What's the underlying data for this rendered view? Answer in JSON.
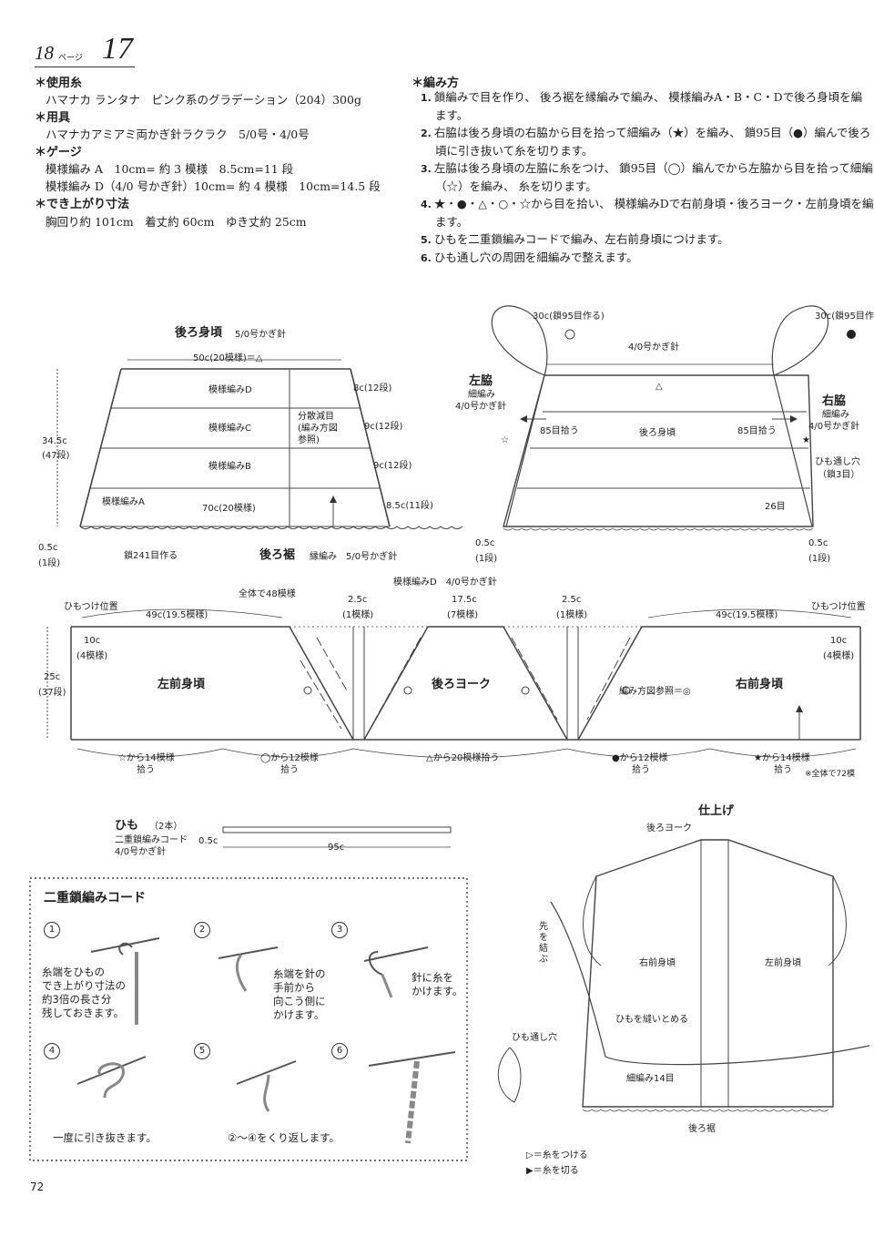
{
  "header": {
    "ref_page": "18",
    "ref_page_suffix": "ページ",
    "pattern_no": "17"
  },
  "materials": {
    "yarn_heading": "＊使用糸",
    "yarn": "ハマナカ ランタナ　ピンク系のグラデーション（204）300g",
    "tools_heading": "＊用具",
    "tools": "ハマナカアミアミ両かぎ針ラクラク　5/0号・4/0号",
    "gauge_heading": "＊ゲージ",
    "gauge_1": "模様編み A　10cm= 約 3 模様　8.5cm=11 段",
    "gauge_2": "模様編み D（4/0 号かぎ針）10cm= 約 4 模様　10cm=14.5 段",
    "size_heading": "＊でき上がり寸法",
    "size": "胸回り約 101cm　着丈約 60cm　ゆき丈約 25cm"
  },
  "method": {
    "heading": "＊編み方",
    "steps": [
      {
        "no": "1.",
        "line1": "鎖編みで目を作り、 後ろ裾を縁編みで編み、 模様編みA・B・C・Dで後ろ身頃を編",
        "line2": "ます。"
      },
      {
        "no": "2.",
        "line1": "右脇は後ろ身頃の右脇から目を拾って細編み（★）を編み、 鎖95目（●）編んで後ろ",
        "line2": "頃に引き抜いて糸を切ります。"
      },
      {
        "no": "3.",
        "line1": "左脇は後ろ身頃の左脇に糸をつけ、 鎖95目（◯）編んでから左脇から目を拾って細編",
        "line2": "（☆）を編み、 糸を切ります。"
      },
      {
        "no": "4.",
        "line1": "★・●・△・○・☆から目を拾い、 模様編みDで右前身頃・後ろヨーク・左前身頃を編",
        "line2": "ます。"
      },
      {
        "no": "5.",
        "line1": "ひもを二重鎖編みコードで編み、左右前身頃につけます。",
        "line2": ""
      },
      {
        "no": "6.",
        "line1": "ひも通し穴の周囲を細編みで整えます。",
        "line2": ""
      }
    ]
  },
  "back_body": {
    "title": "後ろ身頃",
    "hook": "5/0号かぎ針",
    "top_width": "50c(20模様)＝△",
    "pattern_d": "模様編みD",
    "pattern_c": "模様編みC",
    "pattern_b": "模様編みB",
    "pattern_a": "模様編みA",
    "height": "34.5c",
    "height_rows": "(47段)",
    "d_rows": "8c(12段)",
    "c_rows": "9c(12段)",
    "b_rows": "9c(12段)",
    "a_rows": "8.5c(11段)",
    "decrease_1": "分散減目",
    "decrease_2": "(編み方図",
    "decrease_3": "参照)",
    "bottom_width": "70c(20模様)",
    "chain_start": "鎖241目作る",
    "edge_h": "0.5c",
    "edge_rows": "(1段)",
    "hem_title": "後ろ裾",
    "hem_note": "縁編み　5/0号かぎ針"
  },
  "side_diagram": {
    "left_loop": "30c(鎖95目作る)",
    "right_loop": "30c(鎖95目作",
    "hook_top": "4/0号かぎ針",
    "triangle": "△",
    "left_side": "左脇",
    "left_side_sub1": "細編み",
    "left_side_sub2": "4/0号かぎ針",
    "right_side": "右脇",
    "right_side_sub1": "細編み",
    "right_side_sub2": "4/0号かぎ針",
    "pick_left": "85目拾う",
    "pick_right": "85目拾う",
    "back_label": "後ろ身頃",
    "hole_1": "ひも通し穴",
    "hole_2": "（鎖3目）",
    "row_26": "26目",
    "edge_l": "0.5c",
    "edge_l_rows": "(1段)",
    "edge_r": "0.5c",
    "edge_r_rows": "(1段)"
  },
  "front_yoke": {
    "top_label": "模様編みD　4/0号かぎ針",
    "total": "全体で48模様",
    "tie_left": "ひもつけ位置",
    "tie_right": "ひもつけ位置",
    "w_left": "49c(19.5模様)",
    "w_right": "49c(19.5模様)",
    "gap_l": "2.5c",
    "gap_l_sub": "(1模様)",
    "yoke_w": "17.5c",
    "yoke_w_sub": "(7模様)",
    "gap_r": "2.5c",
    "gap_r_sub": "(1模様)",
    "edge_l": "10c",
    "edge_l_sub": "(4模様)",
    "edge_r": "10c",
    "edge_r_sub": "(4模様)",
    "height": "25c",
    "height_rows": "(37段)",
    "left_front": "左前身頃",
    "back_yoke": "後ろヨーク",
    "right_front": "右前身頃",
    "see_method": "編み方図参照＝◎",
    "pick_1a": "☆から14模様",
    "pick_1b": "拾う",
    "pick_2a": "◯から12模様",
    "pick_2b": "拾う",
    "pick_3": "△から20模様拾う",
    "pick_4a": "●から12模様",
    "pick_4b": "拾う",
    "pick_5a": "★から14模様",
    "pick_5b": "拾う",
    "note_total": "※全体で72模"
  },
  "cord": {
    "title": "ひも",
    "count": "（2本）",
    "method": "二重鎖編みコード",
    "hook": "4/0号かぎ針",
    "thick": "0.5c",
    "length": "95c"
  },
  "cord_howto": {
    "title": "二重鎖編みコード",
    "steps": [
      {
        "no": "1",
        "text": "糸端をひもの\nでき上がり寸法の\n約3倍の長さ分\n残しておきます。"
      },
      {
        "no": "2",
        "text": "糸端を針の\n手前から\n向こう側に\nかけます。"
      },
      {
        "no": "3",
        "text": "針に糸を\nかけます。"
      },
      {
        "no": "4",
        "text": "一度に引き抜きます。"
      },
      {
        "no": "5",
        "text": "②〜④をくり返します。"
      },
      {
        "no": "6",
        "text": ""
      }
    ]
  },
  "finish": {
    "title": "仕上げ",
    "back_yoke": "後ろヨーク",
    "tie_end": "先を結ぶ",
    "right_front": "右前身頃",
    "left_front": "左前身頃",
    "sew_tie": "ひもを縫いとめる",
    "hole": "ひも通し穴",
    "sc14": "細編み14目",
    "back_hem": "後ろ裾",
    "legend_join": "＝糸をつける",
    "legend_cut": "＝糸を切る"
  },
  "page_number": "72"
}
